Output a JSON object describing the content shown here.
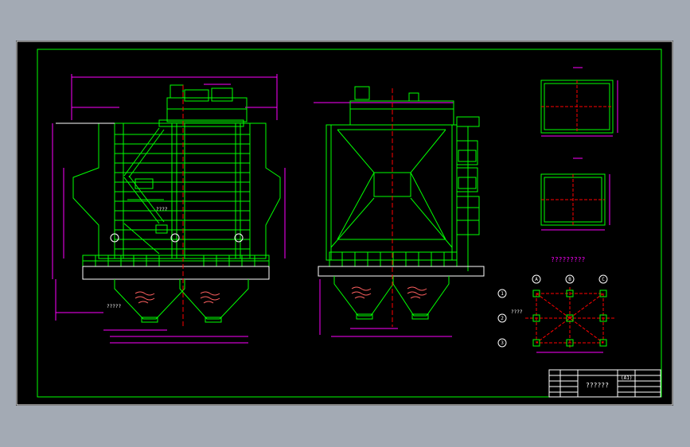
{
  "drawing": {
    "background": "#000000",
    "frame_color": "#00ff00",
    "structure_color": "#00ff00",
    "dimension_color": "#ff00ff",
    "centerline_color": "#ff0000",
    "hopper_detail_color": "#ff6060",
    "text_color": "#ffffff"
  },
  "views": {
    "plan_note": "?????????",
    "left_hopper_note": "?????",
    "ladder_note": "????"
  },
  "column_plan": {
    "axis_letters": [
      "A",
      "B",
      "C"
    ],
    "axis_numbers": [
      "1",
      "2",
      "3"
    ],
    "note": "????"
  },
  "title_block": {
    "title": "??????",
    "sheet": "(A1)"
  }
}
